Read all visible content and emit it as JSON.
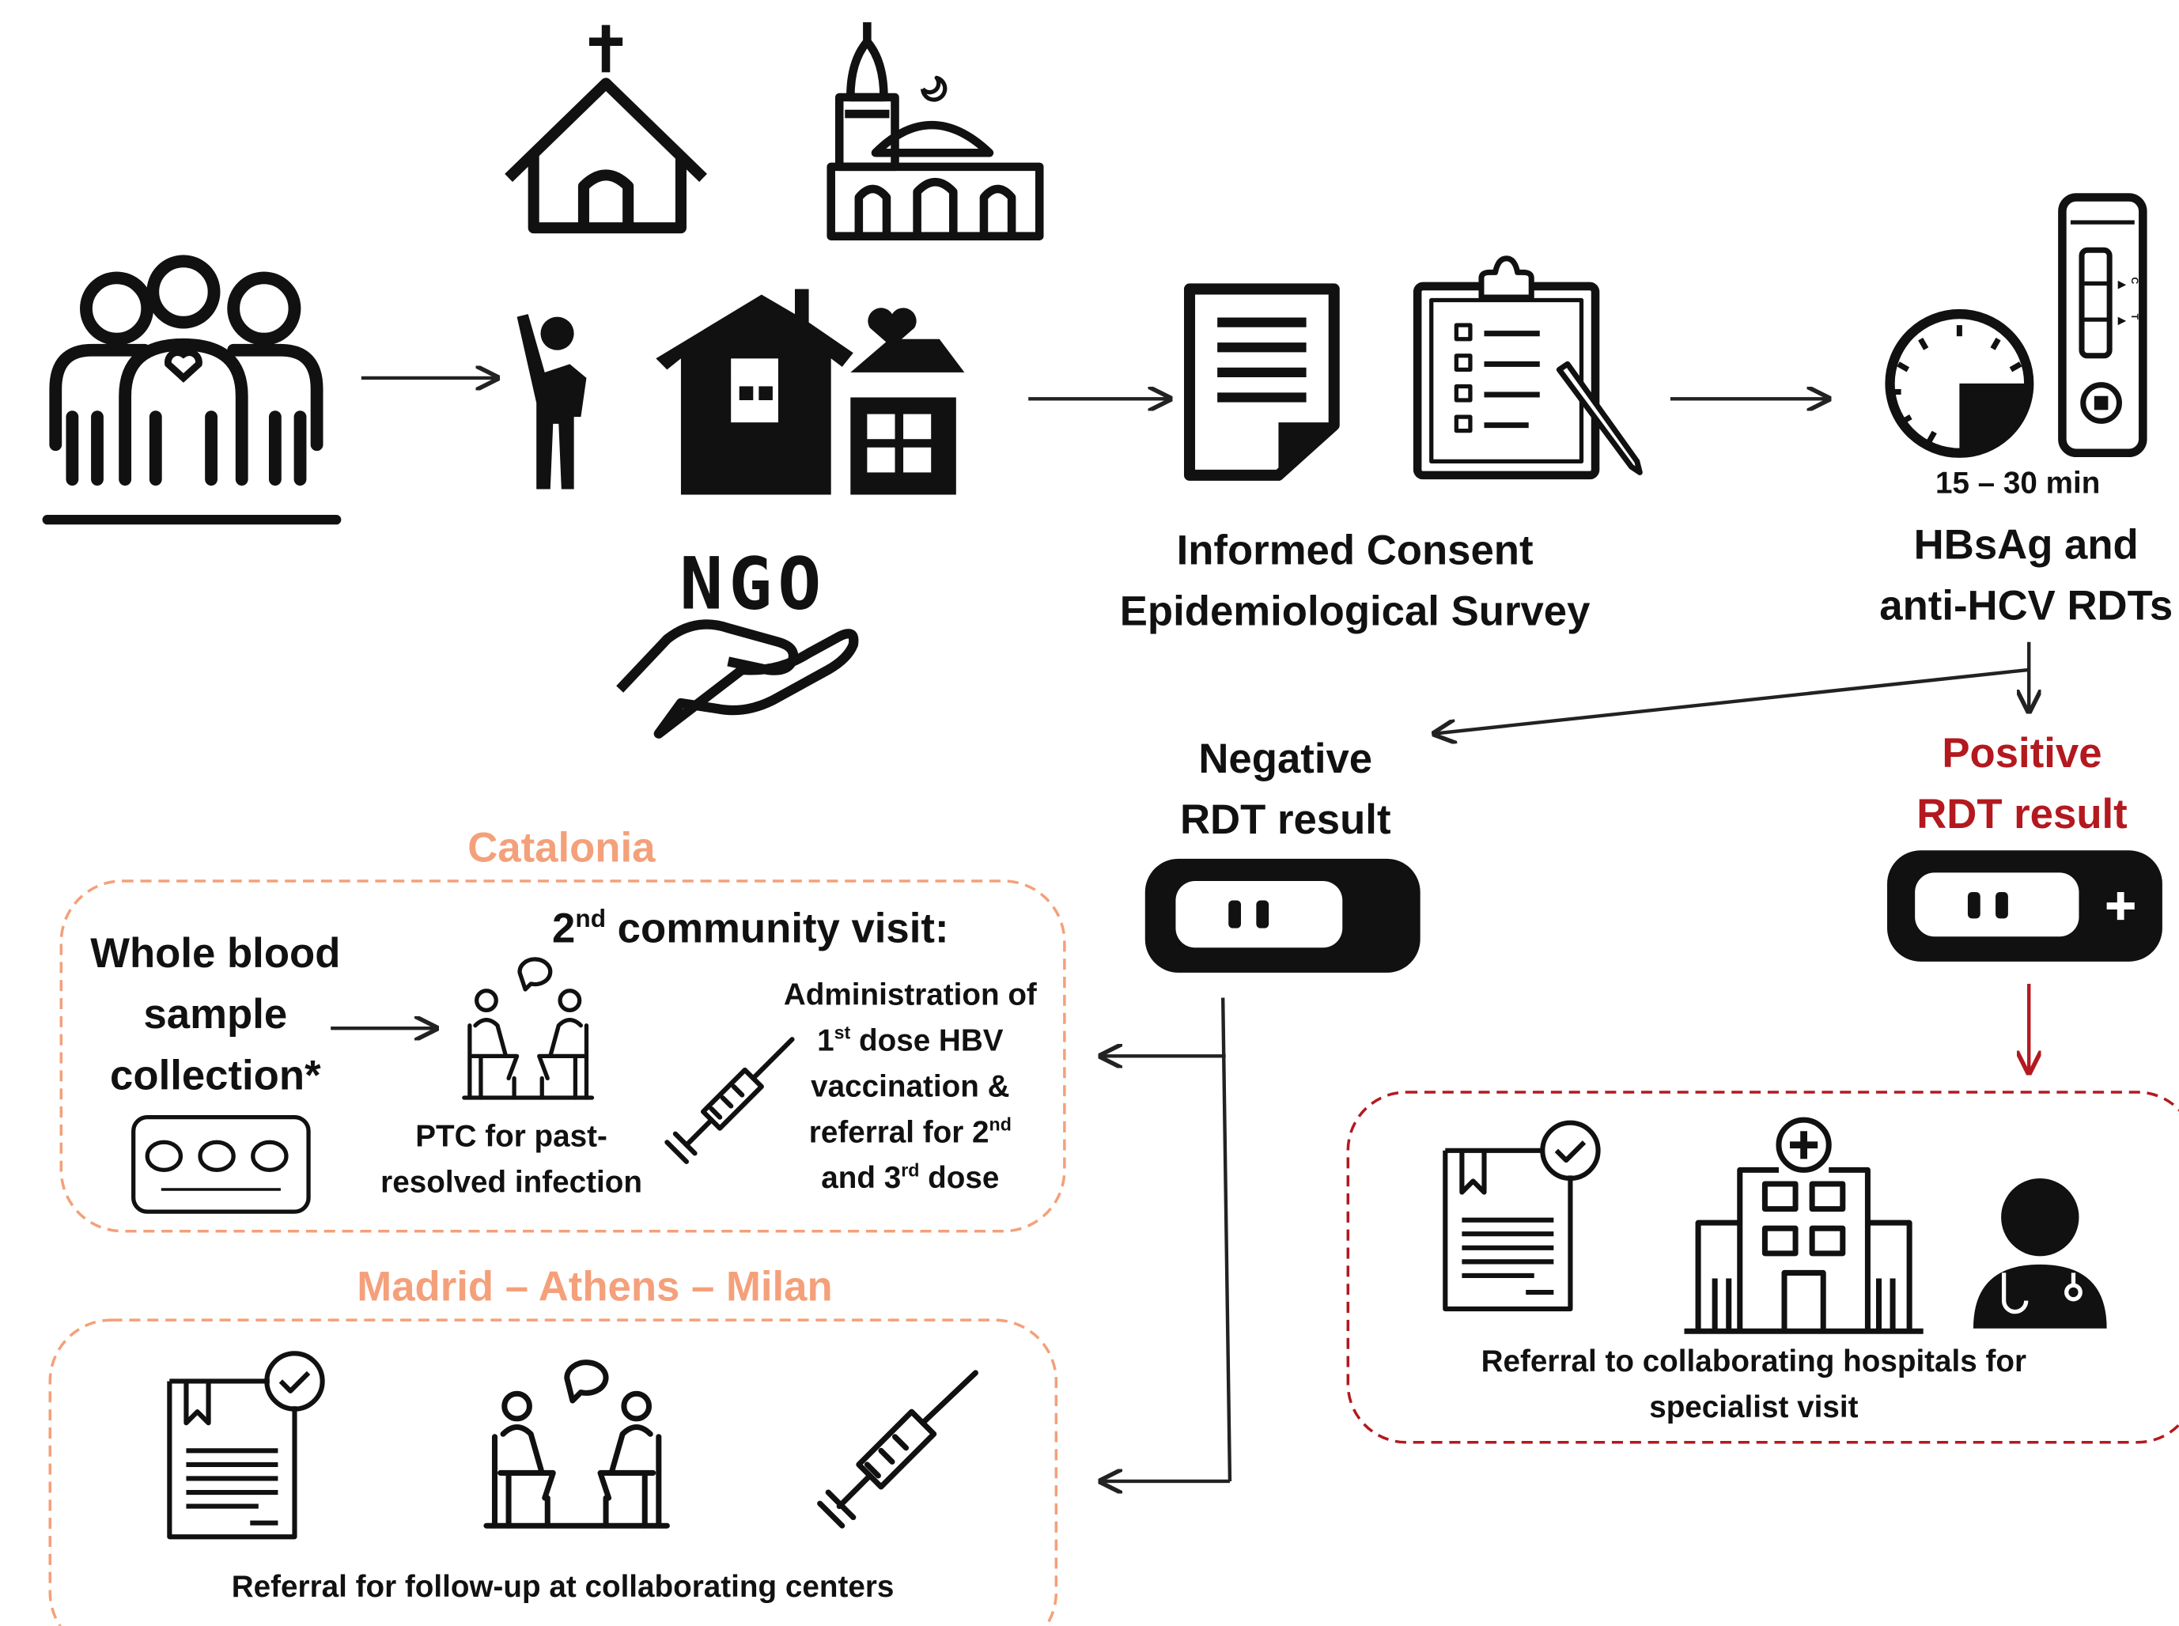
{
  "colors": {
    "ink": "#111111",
    "orange_border": "#f4a07a",
    "orange_text": "#f4a07a",
    "red_border": "#b3191f",
    "red_text": "#b3191f"
  },
  "stage1": {
    "icons": [
      "community-group-icon",
      "church-icon",
      "mosque-icon",
      "person-waving-icon",
      "house-heart-icon",
      "ngo-hand-icon"
    ],
    "ngo_label": "NGO"
  },
  "stage2": {
    "line1": "Informed Consent",
    "line2": "Epidemiological Survey",
    "icons": [
      "document-icon",
      "clipboard-checklist-icon"
    ]
  },
  "stage3": {
    "time_label": "15 – 30 min",
    "line1": "HBsAg and",
    "line2": "anti-HCV RDTs",
    "strip_marks": [
      "C",
      "T"
    ],
    "icons": [
      "timer-icon",
      "rapid-test-strip-icon"
    ]
  },
  "negative": {
    "line1": "Negative",
    "line2": "RDT result"
  },
  "positive": {
    "line1": "Positive",
    "line2": "RDT result",
    "box_caption_line1": "Referral to collaborating hospitals for",
    "box_caption_line2": "specialist visit"
  },
  "catalonia": {
    "title": "Catalonia",
    "blood_line1": "Whole blood",
    "blood_line2": "sample",
    "blood_line3": "collection*",
    "visit_prefix": "2",
    "visit_sup": "nd",
    "visit_suffix": " community visit:",
    "ptc_line1": "PTC for past-",
    "ptc_line2": "resolved infection",
    "admin_line1": "Administration of",
    "admin_line2_a": "1",
    "admin_line2_sup": "st",
    "admin_line2_b": " dose HBV",
    "admin_line3": "vaccination &",
    "admin_line4_a": "referral for 2",
    "admin_line4_sup": "nd",
    "admin_line5_a": "and 3",
    "admin_line5_sup": "rd",
    "admin_line5_b": " dose"
  },
  "madrid": {
    "title": "Madrid – Athens – Milan",
    "caption": "Referral for follow-up at collaborating centers"
  }
}
